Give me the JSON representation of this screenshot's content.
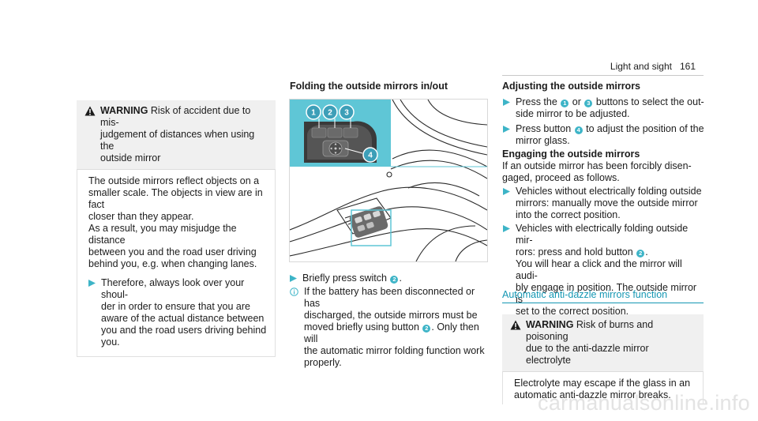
{
  "header": {
    "section": "Light and sight",
    "page": "161"
  },
  "col1": {
    "warning": {
      "label": "WARNING",
      "intro_rest": " Risk of accident due to mis-",
      "intro_lines": [
        "judgement of distances when using the",
        "outside mirror"
      ],
      "body_lines": [
        "The outside mirrors reflect objects on a",
        "smaller scale. The objects in view are in fact",
        "closer than they appear.",
        "As a result, you may misjudge the distance",
        "between you and the road user driving",
        "behind you, e.g. when changing lanes."
      ],
      "step_lines": [
        "Therefore, always look over your shoul-",
        "der in order to ensure that you are",
        "aware of the actual distance between",
        "you and the road users driving behind",
        "you."
      ]
    }
  },
  "col2": {
    "heading": "Folding the outside mirrors in/out",
    "callouts": [
      "1",
      "2",
      "3",
      "4"
    ],
    "step": {
      "pre": "Briefly press switch ",
      "callout": "2",
      "post": "."
    },
    "info": {
      "l1": "If the battery has been disconnected or has",
      "l2": "discharged, the outside mirrors must be",
      "l3_pre": "moved briefly using button ",
      "l3_callout": "2",
      "l3_post": ". Only then will",
      "l4": "the automatic mirror folding function work",
      "l5": "properly."
    }
  },
  "col3": {
    "heading": "Adjusting the outside mirrors",
    "step1": {
      "a": "Press the ",
      "c1": "1",
      "b": " or ",
      "c3": "3",
      "c": " buttons to select the out-",
      "l2": "side mirror to be adjusted."
    },
    "step2": {
      "a": "Press button ",
      "c4": "4",
      "b": " to adjust the position of the",
      "l2": "mirror glass."
    },
    "engage_heading": "Engaging the outside mirrors",
    "engage_l1": "If an outside mirror has been forcibly disen-",
    "engage_l2": "gaged, proceed as follows.",
    "step3": [
      "Vehicles without electrically folding outside",
      "mirrors: manually move the outside mirror",
      "into the correct position."
    ],
    "step4": {
      "l1": "Vehicles with electrically folding outside mir-",
      "l2_pre": "rors: press and hold button ",
      "l2_callout": "2",
      "l2_post": ".",
      "l3": "You will hear a click and the mirror will audi-",
      "l4": "bly engage in position. The outside mirror is",
      "l5": "set to the correct position."
    },
    "anti_dazzle_heading": "Automatic anti-dazzle mirrors function",
    "warning2": {
      "label": "WARNING",
      "rest": " Risk of burns and poisoning",
      "l2": "due to the anti-dazzle mirror electrolyte",
      "body_l1": "Electrolyte may escape if the glass in an",
      "body_l2": "automatic anti-dazzle mirror breaks."
    }
  },
  "watermark": "carmanualsonline.info",
  "colors": {
    "accent": "#1497b3",
    "callout": "#3db4c7",
    "inset_bg": "#5fc6d6"
  }
}
